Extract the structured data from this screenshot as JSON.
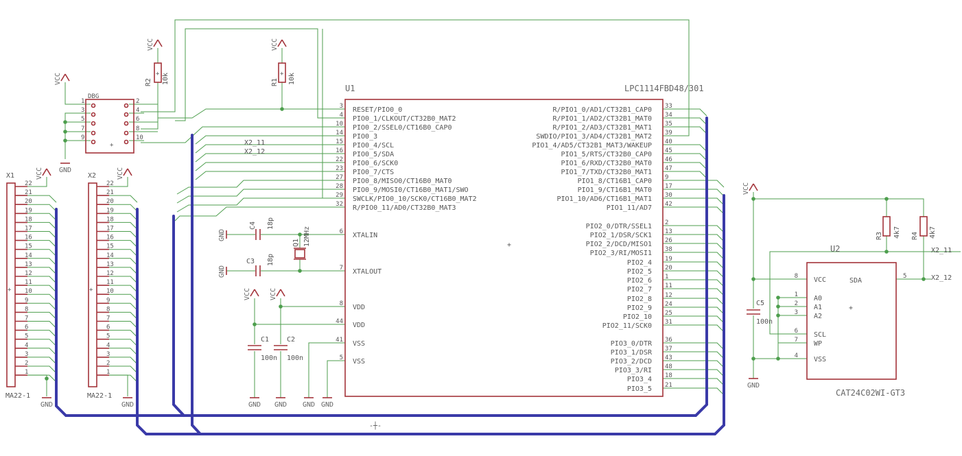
{
  "u1": {
    "name": "U1",
    "part": "LPC1114FBD48/301",
    "left_pins": [
      {
        "num": "3",
        "label": "RESET/PIO0_0"
      },
      {
        "num": "4",
        "label": "PIO0_1/CLKOUT/CT32B0_MAT2"
      },
      {
        "num": "10",
        "label": "PIO0_2/SSEL0/CT16B0_CAP0"
      },
      {
        "num": "14",
        "label": "PIO0_3"
      },
      {
        "num": "15",
        "label": "PIO0_4/SCL"
      },
      {
        "num": "16",
        "label": "PIO0_5/SDA"
      },
      {
        "num": "22",
        "label": "PIO0_6/SCK0"
      },
      {
        "num": "23",
        "label": "PIO0_7/CTS"
      },
      {
        "num": "27",
        "label": "PIO0_8/MISO0/CT16B0_MAT0"
      },
      {
        "num": "28",
        "label": "PIO0_9/MOSI0/CT16B0_MAT1/SWO"
      },
      {
        "num": "29",
        "label": "SWCLK/PIO0_10/SCK0/CT16B0_MAT2"
      },
      {
        "num": "32",
        "label": "R/PIO0_11/AD0/CT32B0_MAT3"
      }
    ],
    "left_pins2": [
      {
        "num": "6",
        "label": "XTALIN"
      },
      {
        "num": "7",
        "label": "XTALOUT"
      },
      {
        "num": "8",
        "label": "VDD"
      },
      {
        "num": "44",
        "label": "VDD"
      },
      {
        "num": "41",
        "label": "VSS"
      },
      {
        "num": "5",
        "label": "VSS"
      }
    ],
    "right_pins": [
      {
        "num": "33",
        "label": "R/PIO1_0/AD1/CT32B1_CAP0"
      },
      {
        "num": "34",
        "label": "R/PIO1_1/AD2/CT32B1_MAT0"
      },
      {
        "num": "35",
        "label": "R/PIO1_2/AD3/CT32B1_MAT1"
      },
      {
        "num": "39",
        "label": "SWDIO/PIO1_3/AD4/CT32B1_MAT2"
      },
      {
        "num": "40",
        "label": "PIO1_4/AD5/CT32B1_MAT3/WAKEUP"
      },
      {
        "num": "45",
        "label": "PIO1_5/RTS/CT32B0_CAP0"
      },
      {
        "num": "46",
        "label": "PIO1_6/RXD/CT32B0_MAT0"
      },
      {
        "num": "47",
        "label": "PIO1_7/TXD/CT32B0_MAT1"
      },
      {
        "num": "9",
        "label": "PIO1_8/CT16B1_CAP0"
      },
      {
        "num": "17",
        "label": "PIO1_9/CT16B1_MAT0"
      },
      {
        "num": "30",
        "label": "PIO1_10/AD6/CT16B1_MAT1"
      },
      {
        "num": "42",
        "label": "PIO1_11/AD7"
      }
    ],
    "right_pins2": [
      {
        "num": "2",
        "label": "PIO2_0/DTR/SSEL1"
      },
      {
        "num": "13",
        "label": "PIO2_1/DSR/SCK1"
      },
      {
        "num": "26",
        "label": "PIO2_2/DCD/MISO1"
      },
      {
        "num": "38",
        "label": "PIO2_3/RI/MOSI1"
      },
      {
        "num": "19",
        "label": "PIO2_4"
      },
      {
        "num": "20",
        "label": "PIO2_5"
      },
      {
        "num": "1",
        "label": "PIO2_6"
      },
      {
        "num": "11",
        "label": "PIO2_7"
      },
      {
        "num": "12",
        "label": "PIO2_8"
      },
      {
        "num": "24",
        "label": "PIO2_9"
      },
      {
        "num": "25",
        "label": "PIO2_10"
      },
      {
        "num": "31",
        "label": "PIO2_11/SCK0"
      }
    ],
    "right_pins3": [
      {
        "num": "36",
        "label": "PIO3_0/DTR"
      },
      {
        "num": "37",
        "label": "PIO3_1/DSR"
      },
      {
        "num": "43",
        "label": "PIO3_2/DCD"
      },
      {
        "num": "48",
        "label": "PIO3_3/RI"
      },
      {
        "num": "18",
        "label": "PIO3_4"
      },
      {
        "num": "21",
        "label": "PIO3_5"
      }
    ]
  },
  "u2": {
    "name": "U2",
    "part": "CAT24C02WI-GT3",
    "pins": [
      {
        "num": "8",
        "label": "VCC"
      },
      {
        "num": "1",
        "label": "A0"
      },
      {
        "num": "2",
        "label": "A1"
      },
      {
        "num": "3",
        "label": "A2"
      },
      {
        "num": "6",
        "label": "SCL"
      },
      {
        "num": "7",
        "label": "WP"
      },
      {
        "num": "4",
        "label": "VSS"
      }
    ],
    "sda_pin": {
      "num": "5",
      "label": "SDA"
    }
  },
  "headers": [
    {
      "name": "X1",
      "part": "MA22-1"
    },
    {
      "name": "X2",
      "part": "MA22-1"
    }
  ],
  "header_pins": [
    "22",
    "21",
    "20",
    "19",
    "18",
    "17",
    "16",
    "15",
    "14",
    "13",
    "12",
    "11",
    "10",
    "9",
    "8",
    "7",
    "6",
    "5",
    "4",
    "3",
    "2",
    "1"
  ],
  "dbg": {
    "name": "DBG",
    "left_pins": [
      "1",
      "3",
      "5",
      "7",
      "9"
    ],
    "right_pins": [
      "2",
      "4",
      "6",
      "8",
      "10"
    ]
  },
  "net_labels": {
    "x2_11": "X2_11",
    "x2_12": "X2_12"
  },
  "power": {
    "vcc": "VCC",
    "gnd": "GND"
  },
  "passives": {
    "r1": {
      "name": "R1",
      "value": "10k"
    },
    "r2": {
      "name": "R2",
      "value": "10k"
    },
    "r3": {
      "name": "R3",
      "value": "4k7"
    },
    "r4": {
      "name": "R4",
      "value": "4k7"
    },
    "c1": {
      "name": "C1",
      "value": "100n"
    },
    "c2": {
      "name": "C2",
      "value": "100n"
    },
    "c3": {
      "name": "C3",
      "value": "18p"
    },
    "c4": {
      "name": "C4",
      "value": "18p"
    },
    "c5": {
      "name": "C5",
      "value": "100n"
    },
    "q1": {
      "name": "Q1",
      "value": "12MHz"
    }
  }
}
